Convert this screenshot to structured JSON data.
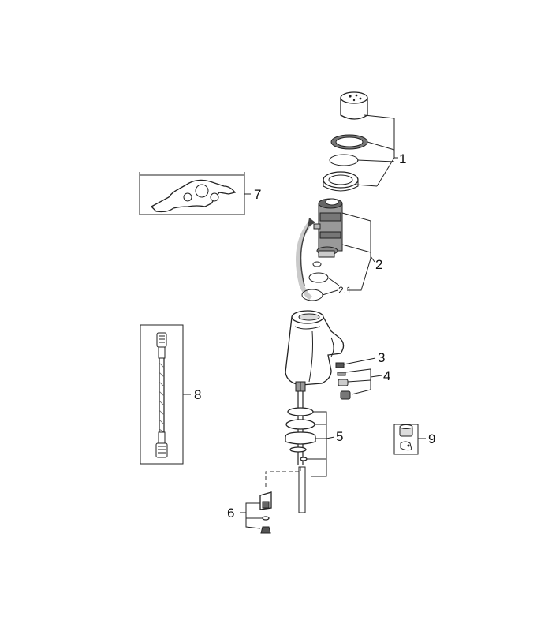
{
  "diagram": {
    "callouts": [
      {
        "id": "1",
        "label": "1"
      },
      {
        "id": "2",
        "label": "2"
      },
      {
        "id": "2.1",
        "label": "2.1"
      },
      {
        "id": "3",
        "label": "3"
      },
      {
        "id": "4",
        "label": "4"
      },
      {
        "id": "5",
        "label": "5"
      },
      {
        "id": "6",
        "label": "6"
      },
      {
        "id": "7",
        "label": "7"
      },
      {
        "id": "8",
        "label": "8"
      },
      {
        "id": "9",
        "label": "9"
      }
    ],
    "icons": [
      "wrench-tool-icon",
      "flexible-hose-icon",
      "grease-tub-icon",
      "faucet-body-icon"
    ]
  }
}
